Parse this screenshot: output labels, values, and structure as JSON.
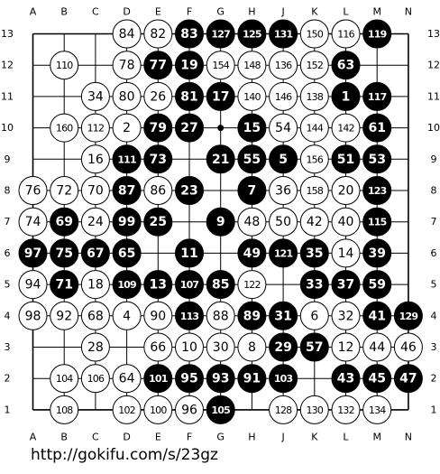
{
  "columns": [
    "A",
    "B",
    "C",
    "D",
    "E",
    "F",
    "G",
    "H",
    "J",
    "K",
    "L",
    "M",
    "N"
  ],
  "rows": [
    "13",
    "12",
    "11",
    "10",
    "9",
    "8",
    "7",
    "6",
    "5",
    "4",
    "3",
    "2",
    "1"
  ],
  "url": "http://gokifu.com/s/23gz",
  "colors": {
    "board": "#ffffff",
    "line": "#000000",
    "black_stone": "#000000",
    "white_stone": "#ffffff"
  },
  "star_points": [
    "G10"
  ],
  "stones": [
    {
      "pt": "D13",
      "c": "w",
      "n": "84"
    },
    {
      "pt": "E13",
      "c": "w",
      "n": "82"
    },
    {
      "pt": "F13",
      "c": "b",
      "n": "83"
    },
    {
      "pt": "G13",
      "c": "b",
      "n": "127"
    },
    {
      "pt": "H13",
      "c": "b",
      "n": "125"
    },
    {
      "pt": "J13",
      "c": "b",
      "n": "131"
    },
    {
      "pt": "K13",
      "c": "w",
      "n": "150"
    },
    {
      "pt": "L13",
      "c": "w",
      "n": "116"
    },
    {
      "pt": "M13",
      "c": "b",
      "n": "119"
    },
    {
      "pt": "B12",
      "c": "w",
      "n": "110"
    },
    {
      "pt": "D12",
      "c": "w",
      "n": "78"
    },
    {
      "pt": "E12",
      "c": "b",
      "n": "77"
    },
    {
      "pt": "F12",
      "c": "b",
      "n": "19"
    },
    {
      "pt": "G12",
      "c": "w",
      "n": "154"
    },
    {
      "pt": "H12",
      "c": "w",
      "n": "148"
    },
    {
      "pt": "J12",
      "c": "w",
      "n": "136"
    },
    {
      "pt": "K12",
      "c": "w",
      "n": "152"
    },
    {
      "pt": "L12",
      "c": "b",
      "n": "63"
    },
    {
      "pt": "C11",
      "c": "w",
      "n": "34"
    },
    {
      "pt": "D11",
      "c": "w",
      "n": "80"
    },
    {
      "pt": "E11",
      "c": "w",
      "n": "26"
    },
    {
      "pt": "F11",
      "c": "b",
      "n": "81"
    },
    {
      "pt": "G11",
      "c": "b",
      "n": "17"
    },
    {
      "pt": "H11",
      "c": "w",
      "n": "140"
    },
    {
      "pt": "J11",
      "c": "w",
      "n": "146"
    },
    {
      "pt": "K11",
      "c": "w",
      "n": "138"
    },
    {
      "pt": "L11",
      "c": "b",
      "n": "1"
    },
    {
      "pt": "M11",
      "c": "b",
      "n": "117"
    },
    {
      "pt": "B10",
      "c": "w",
      "n": "160"
    },
    {
      "pt": "C10",
      "c": "w",
      "n": "112"
    },
    {
      "pt": "D10",
      "c": "w",
      "n": "2"
    },
    {
      "pt": "E10",
      "c": "b",
      "n": "79"
    },
    {
      "pt": "F10",
      "c": "b",
      "n": "27"
    },
    {
      "pt": "H10",
      "c": "b",
      "n": "15"
    },
    {
      "pt": "J10",
      "c": "w",
      "n": "54"
    },
    {
      "pt": "K10",
      "c": "w",
      "n": "144"
    },
    {
      "pt": "L10",
      "c": "w",
      "n": "142"
    },
    {
      "pt": "M10",
      "c": "b",
      "n": "61"
    },
    {
      "pt": "C9",
      "c": "w",
      "n": "16"
    },
    {
      "pt": "D9",
      "c": "b",
      "n": "111"
    },
    {
      "pt": "E9",
      "c": "b",
      "n": "73"
    },
    {
      "pt": "G9",
      "c": "b",
      "n": "21"
    },
    {
      "pt": "H9",
      "c": "b",
      "n": "55"
    },
    {
      "pt": "J9",
      "c": "b",
      "n": "5"
    },
    {
      "pt": "K9",
      "c": "w",
      "n": "156"
    },
    {
      "pt": "L9",
      "c": "b",
      "n": "51"
    },
    {
      "pt": "M9",
      "c": "b",
      "n": "53"
    },
    {
      "pt": "A8",
      "c": "w",
      "n": "76"
    },
    {
      "pt": "B8",
      "c": "w",
      "n": "72"
    },
    {
      "pt": "C8",
      "c": "w",
      "n": "70"
    },
    {
      "pt": "D8",
      "c": "b",
      "n": "87"
    },
    {
      "pt": "E8",
      "c": "w",
      "n": "86"
    },
    {
      "pt": "F8",
      "c": "b",
      "n": "23"
    },
    {
      "pt": "H8",
      "c": "b",
      "n": "7"
    },
    {
      "pt": "J8",
      "c": "w",
      "n": "36"
    },
    {
      "pt": "K8",
      "c": "w",
      "n": "158"
    },
    {
      "pt": "L8",
      "c": "w",
      "n": "20"
    },
    {
      "pt": "M8",
      "c": "b",
      "n": "123"
    },
    {
      "pt": "A7",
      "c": "w",
      "n": "74"
    },
    {
      "pt": "B7",
      "c": "b",
      "n": "69"
    },
    {
      "pt": "C7",
      "c": "w",
      "n": "24"
    },
    {
      "pt": "D7",
      "c": "b",
      "n": "99"
    },
    {
      "pt": "E7",
      "c": "b",
      "n": "25"
    },
    {
      "pt": "G7",
      "c": "b",
      "n": "9"
    },
    {
      "pt": "H7",
      "c": "w",
      "n": "48"
    },
    {
      "pt": "J7",
      "c": "w",
      "n": "50"
    },
    {
      "pt": "K7",
      "c": "w",
      "n": "42"
    },
    {
      "pt": "L7",
      "c": "w",
      "n": "40"
    },
    {
      "pt": "M7",
      "c": "b",
      "n": "115"
    },
    {
      "pt": "A6",
      "c": "b",
      "n": "97"
    },
    {
      "pt": "B6",
      "c": "b",
      "n": "75"
    },
    {
      "pt": "C6",
      "c": "b",
      "n": "67"
    },
    {
      "pt": "D6",
      "c": "b",
      "n": "65"
    },
    {
      "pt": "F6",
      "c": "b",
      "n": "11"
    },
    {
      "pt": "H6",
      "c": "b",
      "n": "49"
    },
    {
      "pt": "J6",
      "c": "b",
      "n": "121"
    },
    {
      "pt": "K6",
      "c": "b",
      "n": "35"
    },
    {
      "pt": "L6",
      "c": "w",
      "n": "14"
    },
    {
      "pt": "M6",
      "c": "b",
      "n": "39"
    },
    {
      "pt": "A5",
      "c": "w",
      "n": "94"
    },
    {
      "pt": "B5",
      "c": "b",
      "n": "71"
    },
    {
      "pt": "C5",
      "c": "w",
      "n": "18"
    },
    {
      "pt": "D5",
      "c": "b",
      "n": "109"
    },
    {
      "pt": "E5",
      "c": "b",
      "n": "13"
    },
    {
      "pt": "F5",
      "c": "b",
      "n": "107"
    },
    {
      "pt": "G5",
      "c": "b",
      "n": "85"
    },
    {
      "pt": "H5",
      "c": "w",
      "n": "122"
    },
    {
      "pt": "K5",
      "c": "b",
      "n": "33"
    },
    {
      "pt": "L5",
      "c": "b",
      "n": "37"
    },
    {
      "pt": "M5",
      "c": "b",
      "n": "59"
    },
    {
      "pt": "A4",
      "c": "w",
      "n": "98"
    },
    {
      "pt": "B4",
      "c": "w",
      "n": "92"
    },
    {
      "pt": "C4",
      "c": "w",
      "n": "68"
    },
    {
      "pt": "D4",
      "c": "w",
      "n": "4"
    },
    {
      "pt": "E4",
      "c": "w",
      "n": "90"
    },
    {
      "pt": "F4",
      "c": "b",
      "n": "113"
    },
    {
      "pt": "G4",
      "c": "w",
      "n": "88"
    },
    {
      "pt": "H4",
      "c": "b",
      "n": "89"
    },
    {
      "pt": "J4",
      "c": "b",
      "n": "31"
    },
    {
      "pt": "K4",
      "c": "w",
      "n": "6"
    },
    {
      "pt": "L4",
      "c": "w",
      "n": "32"
    },
    {
      "pt": "M4",
      "c": "b",
      "n": "41"
    },
    {
      "pt": "N4",
      "c": "b",
      "n": "129"
    },
    {
      "pt": "C3",
      "c": "w",
      "n": "28"
    },
    {
      "pt": "E3",
      "c": "w",
      "n": "66"
    },
    {
      "pt": "F3",
      "c": "w",
      "n": "10"
    },
    {
      "pt": "G3",
      "c": "w",
      "n": "30"
    },
    {
      "pt": "H3",
      "c": "w",
      "n": "8"
    },
    {
      "pt": "J3",
      "c": "b",
      "n": "29"
    },
    {
      "pt": "K3",
      "c": "b",
      "n": "57"
    },
    {
      "pt": "L3",
      "c": "w",
      "n": "12"
    },
    {
      "pt": "M3",
      "c": "w",
      "n": "44"
    },
    {
      "pt": "N3",
      "c": "w",
      "n": "46"
    },
    {
      "pt": "B2",
      "c": "w",
      "n": "104"
    },
    {
      "pt": "C2",
      "c": "w",
      "n": "106"
    },
    {
      "pt": "D2",
      "c": "w",
      "n": "64"
    },
    {
      "pt": "E2",
      "c": "b",
      "n": "101"
    },
    {
      "pt": "F2",
      "c": "b",
      "n": "95"
    },
    {
      "pt": "G2",
      "c": "b",
      "n": "93"
    },
    {
      "pt": "H2",
      "c": "b",
      "n": "91"
    },
    {
      "pt": "J2",
      "c": "b",
      "n": "103"
    },
    {
      "pt": "L2",
      "c": "b",
      "n": "43"
    },
    {
      "pt": "M2",
      "c": "b",
      "n": "45"
    },
    {
      "pt": "N2",
      "c": "b",
      "n": "47"
    },
    {
      "pt": "B1",
      "c": "w",
      "n": "108"
    },
    {
      "pt": "D1",
      "c": "w",
      "n": "102"
    },
    {
      "pt": "E1",
      "c": "w",
      "n": "100"
    },
    {
      "pt": "F1",
      "c": "w",
      "n": "96"
    },
    {
      "pt": "G1",
      "c": "b",
      "n": "105"
    },
    {
      "pt": "J1",
      "c": "w",
      "n": "128"
    },
    {
      "pt": "K1",
      "c": "w",
      "n": "130"
    },
    {
      "pt": "L1",
      "c": "w",
      "n": "132"
    },
    {
      "pt": "M1",
      "c": "w",
      "n": "134"
    }
  ]
}
